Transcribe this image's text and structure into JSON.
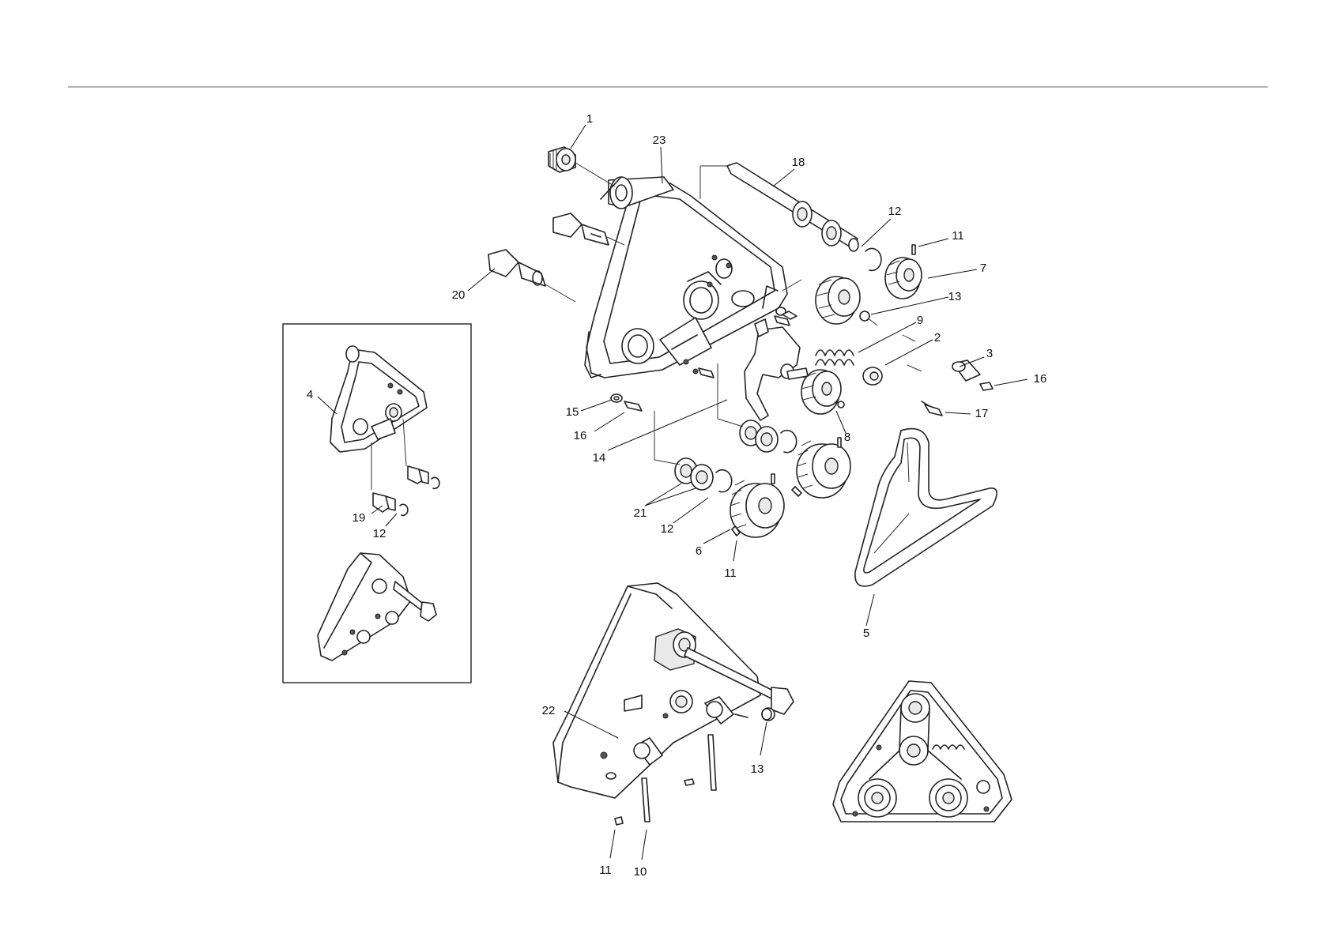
{
  "callouts": [
    {
      "text": "1"
    },
    {
      "text": "23"
    },
    {
      "text": "18"
    },
    {
      "text": "12"
    },
    {
      "text": "11"
    },
    {
      "text": "7"
    },
    {
      "text": "20"
    },
    {
      "text": "13"
    },
    {
      "text": "9"
    },
    {
      "text": "2"
    },
    {
      "text": "3"
    },
    {
      "text": "16"
    },
    {
      "text": "15"
    },
    {
      "text": "16"
    },
    {
      "text": "17"
    },
    {
      "text": "8"
    },
    {
      "text": "14"
    },
    {
      "text": "21"
    },
    {
      "text": "12"
    },
    {
      "text": "6"
    },
    {
      "text": "11"
    },
    {
      "text": "5"
    },
    {
      "text": "4"
    },
    {
      "text": "19"
    },
    {
      "text": "12"
    },
    {
      "text": "22"
    },
    {
      "text": "13"
    },
    {
      "text": "11"
    },
    {
      "text": "10"
    }
  ]
}
